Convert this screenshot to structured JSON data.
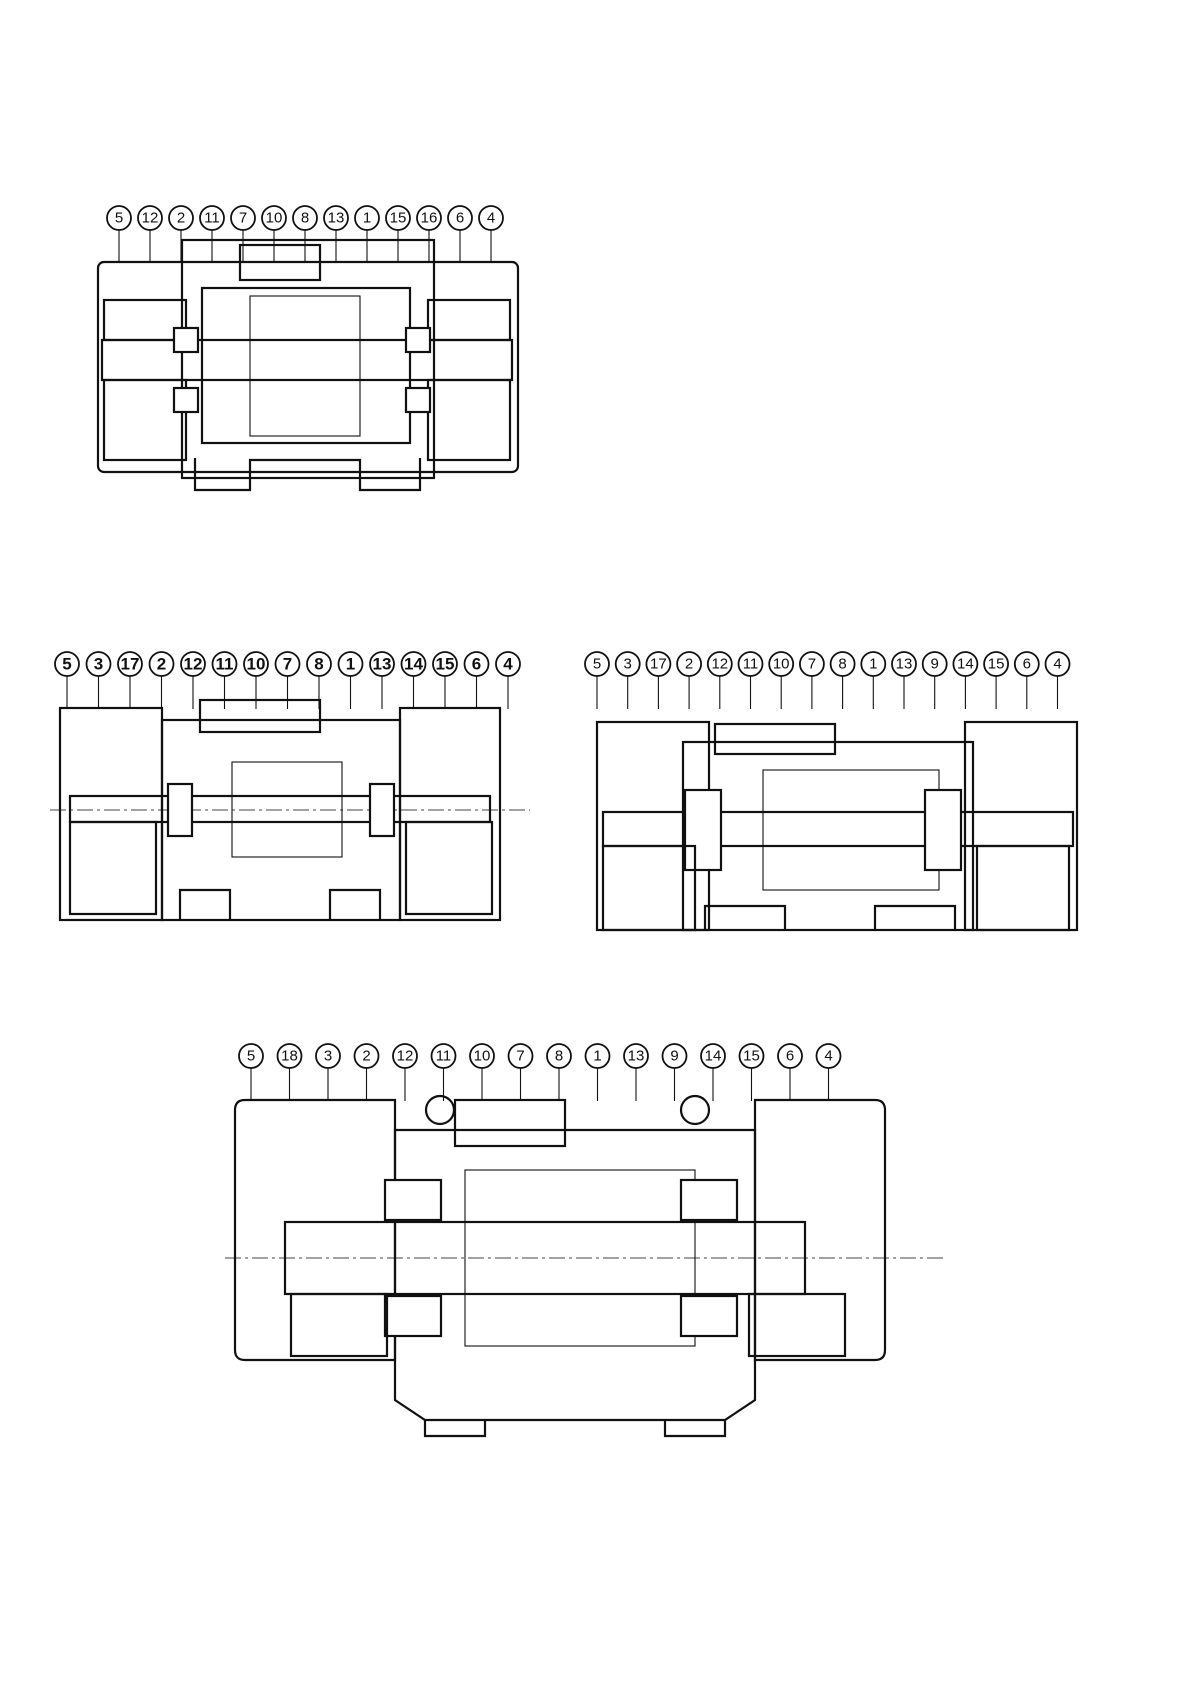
{
  "figures": [
    {
      "id": "motor-small",
      "labels": [
        "5",
        "12",
        "2",
        "11",
        "7",
        "10",
        "8",
        "13",
        "1",
        "15",
        "16",
        "6",
        "4"
      ]
    },
    {
      "id": "motor-medium-left",
      "labels": [
        "5",
        "3",
        "17",
        "2",
        "12",
        "11",
        "10",
        "7",
        "8",
        "1",
        "13",
        "14",
        "15",
        "6",
        "4"
      ]
    },
    {
      "id": "motor-medium-right",
      "labels": [
        "5",
        "3",
        "17",
        "2",
        "12",
        "11",
        "10",
        "7",
        "8",
        "1",
        "13",
        "9",
        "14",
        "15",
        "6",
        "4"
      ]
    },
    {
      "id": "motor-large",
      "labels": [
        "5",
        "18",
        "3",
        "2",
        "12",
        "11",
        "10",
        "7",
        "8",
        "1",
        "13",
        "9",
        "14",
        "15",
        "6",
        "4"
      ]
    }
  ]
}
